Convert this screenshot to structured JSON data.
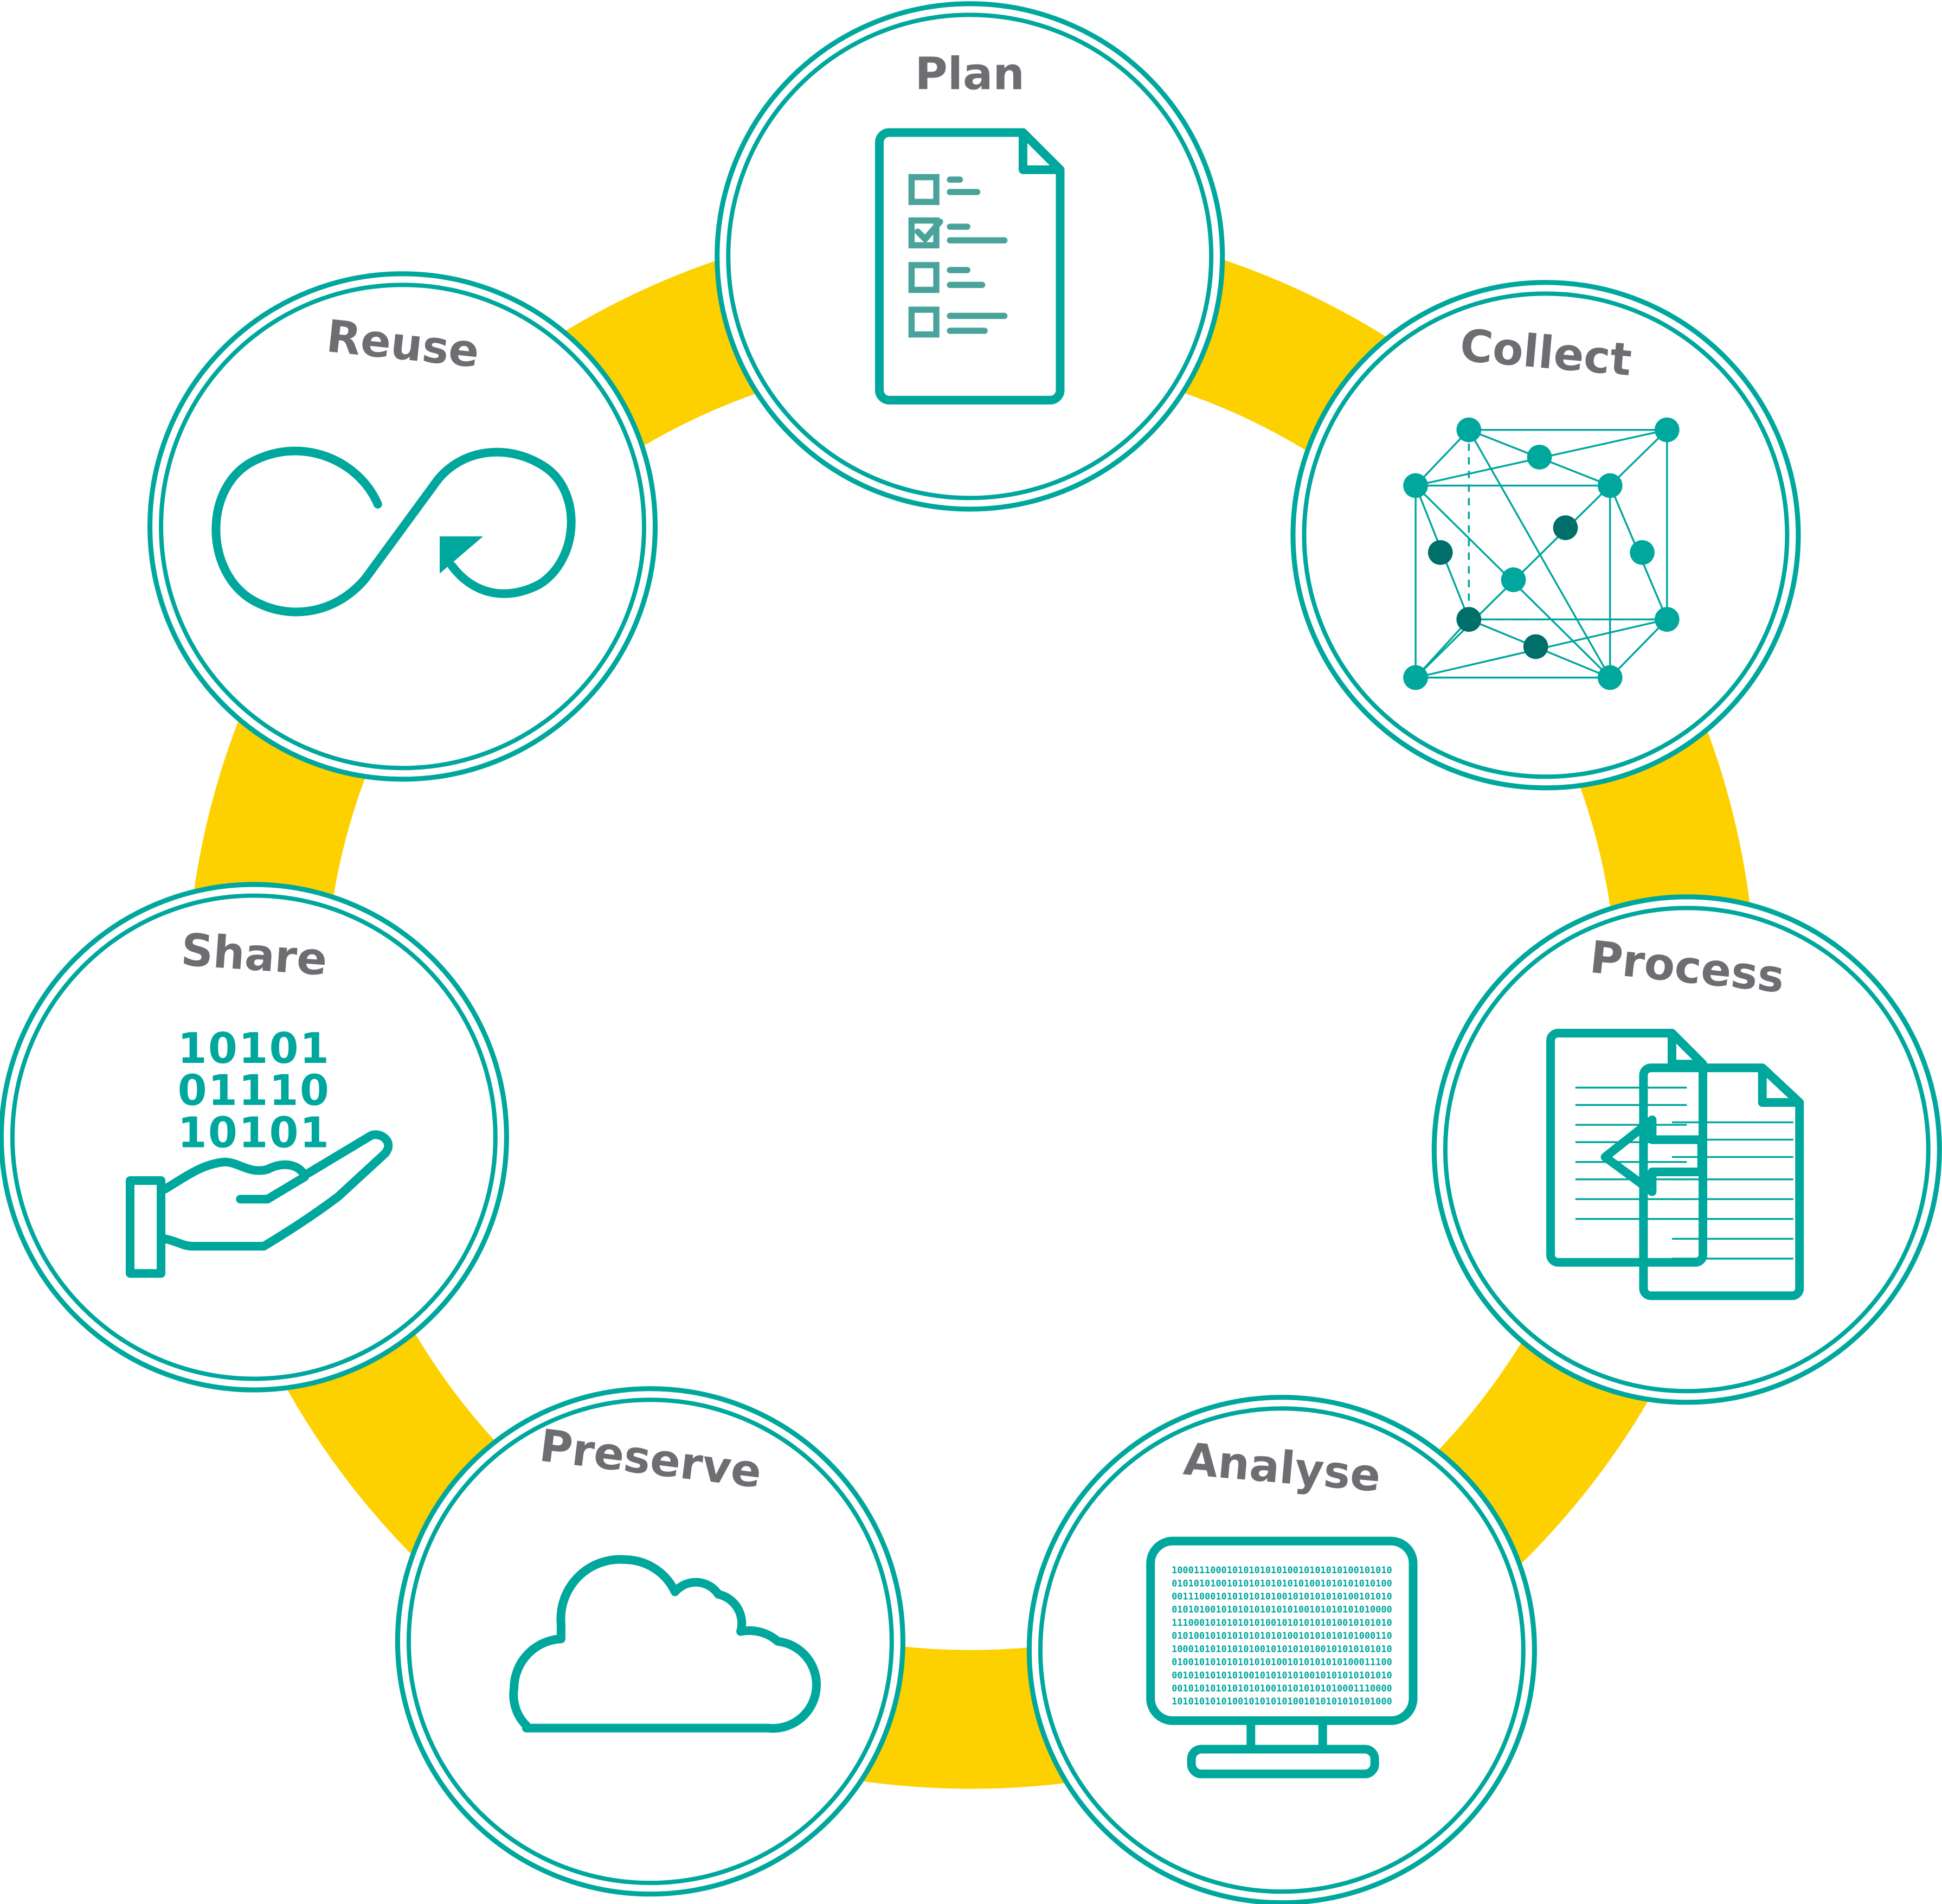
{
  "colors": {
    "ring": "#FDD000",
    "teal": "#00A79D",
    "label": "#6D6E71"
  },
  "stages": [
    {
      "id": "plan",
      "label": "Plan",
      "icon": "checklist-document-icon"
    },
    {
      "id": "collect",
      "label": "Collect",
      "icon": "network-cube-icon"
    },
    {
      "id": "process",
      "label": "Process",
      "icon": "document-transfer-icon"
    },
    {
      "id": "analyse",
      "label": "Analyse",
      "icon": "computer-monitor-icon"
    },
    {
      "id": "preserve",
      "label": "Preserve",
      "icon": "cloud-icon"
    },
    {
      "id": "share",
      "label": "Share",
      "icon": "hand-binary-icon"
    },
    {
      "id": "reuse",
      "label": "Reuse",
      "icon": "infinity-loop-icon"
    }
  ],
  "share_binary": [
    "10101",
    "01110",
    "10101"
  ],
  "analyse_binary": [
    "1000111000101010101010010101010100101010",
    "0101010100101010101010101001010101010100",
    "0011100010101010101001010101010100101010",
    "0101010010101010101010100101010101010000",
    "1110001010101010100101010101010010101010",
    "0101001010101010101010010101010101000110",
    "1000101010101010010101010100101010101010",
    "0100101010101010101001010101010100011100",
    "0010101010101001010101010010101010101010",
    "0010101010101010100101010101010001110000",
    "1010101010100101010101001010101010101000"
  ]
}
